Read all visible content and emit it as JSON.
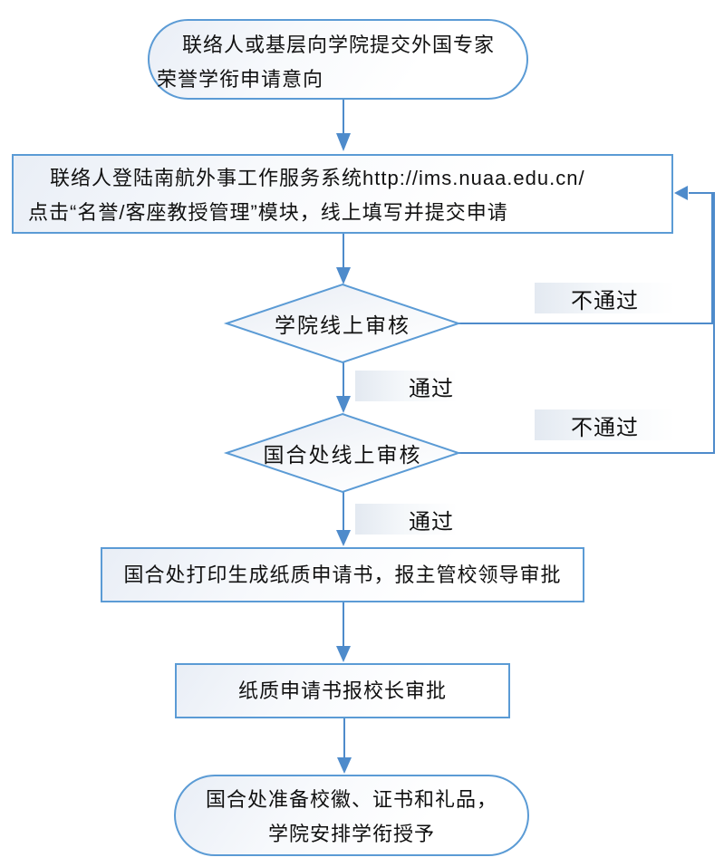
{
  "flowchart": {
    "accent_color": "#5b9bd5",
    "line_color": "#4e8bcb",
    "text_color": "#111111",
    "nodes": {
      "start": {
        "type": "terminator",
        "lines": [
          "联络人或基层向学院提交外国专家",
          "荣誉学衔申请意向"
        ]
      },
      "system": {
        "type": "process",
        "lines": [
          "联络人登陆南航外事工作服务系统http://ims.nuaa.edu.cn/",
          "点击“名誉/客座教授管理”模块，线上填写并提交申请"
        ]
      },
      "college_review": {
        "type": "decision",
        "label": "学院线上审核"
      },
      "intl_office_review": {
        "type": "decision",
        "label": "国合处线上审核"
      },
      "print_approval": {
        "type": "process",
        "label": "国合处打印生成纸质申请书，报主管校领导审批"
      },
      "president_approval": {
        "type": "process",
        "label": "纸质申请书报校长审批"
      },
      "end": {
        "type": "terminator",
        "lines": [
          "国合处准备校徽、证书和礼品，",
          "学院安排学衔授予"
        ]
      }
    },
    "edges": {
      "college_fail": "不通过",
      "college_pass": "通过",
      "intl_fail": "不通过",
      "intl_pass": "通过"
    }
  }
}
